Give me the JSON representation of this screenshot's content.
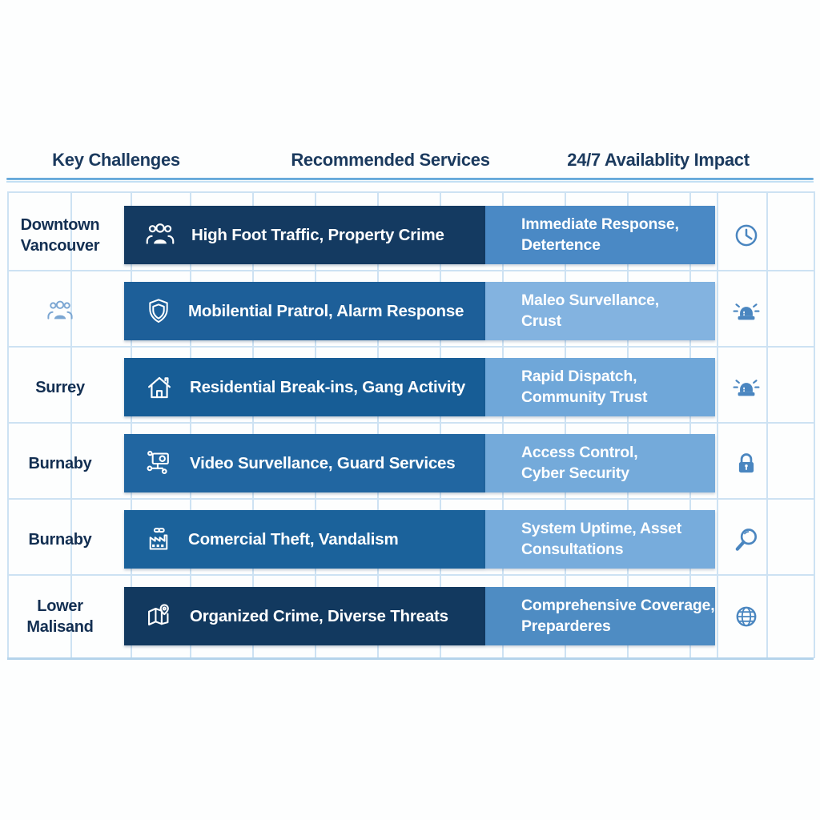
{
  "header": {
    "key_challenges": "Key Challenges",
    "recommended_services": "Recommended Services",
    "availability_impact": "24/7 Availablity Impact"
  },
  "rows": [
    {
      "location_line1": "Downtown",
      "location_line2": "Vancouver",
      "challenge_icon": "people-group-icon",
      "challenge": "High Foot Traffic, Property Crime",
      "service_line1": "Immediate Response,",
      "service_line2": "Detertence",
      "impact_icon": "clock-icon",
      "challenge_bg": "#143a61",
      "service_bg": "#4a89c5"
    },
    {
      "location_icon": "people-group-icon",
      "challenge_icon": "shield-icon",
      "challenge": "Mobilential Pratrol, Alarm Response",
      "service_line1": "Maleo Survellance,",
      "service_line2": "Crust",
      "impact_icon": "siren-icon",
      "challenge_bg": "#1d5f99",
      "service_bg": "#83b3e0"
    },
    {
      "location_line1": "Surrey",
      "challenge_icon": "house-icon",
      "challenge": "Residential Break-ins, Gang Activity",
      "service_line1": "Rapid Dispatch,",
      "service_line2": "Community Trust",
      "impact_icon": "siren-icon",
      "challenge_bg": "#175d96",
      "service_bg": "#6fa7d9"
    },
    {
      "location_line1": "Burnaby",
      "challenge_icon": "cctv-icon",
      "challenge": "Video Survellance, Guard Services",
      "service_line1": "Access Control,",
      "service_line2": "Cyber Security",
      "impact_icon": "lock-icon",
      "challenge_bg": "#2166a1",
      "service_bg": "#74aada"
    },
    {
      "location_line1": "Burnaby",
      "challenge_icon": "factory-icon",
      "challenge": "Comercial Theft, Vandalism",
      "service_line1": "System Uptime, Asset",
      "service_line2": "Consultations",
      "impact_icon": "magnifier-icon",
      "challenge_bg": "#1b629b",
      "service_bg": "#77acdc"
    },
    {
      "location_line1": "Lower",
      "location_line2": "Malisand",
      "challenge_icon": "map-pin-icon",
      "challenge": "Organized Crime, Diverse Threats",
      "service_line1": "Comprehensive Coverage,",
      "service_line2": "Preparderes",
      "impact_icon": "globe-icon",
      "challenge_bg": "#12395f",
      "service_bg": "#4e8cc3"
    }
  ],
  "colors": {
    "header_text": "#1b3a5e",
    "location_text": "#132f52",
    "accent_line": "#6fb0de",
    "grid_line": "#cde2f3",
    "bar_text": "#ffffff",
    "impact_icon": "#4a86c0",
    "location_icon": "#7ba6d2"
  }
}
